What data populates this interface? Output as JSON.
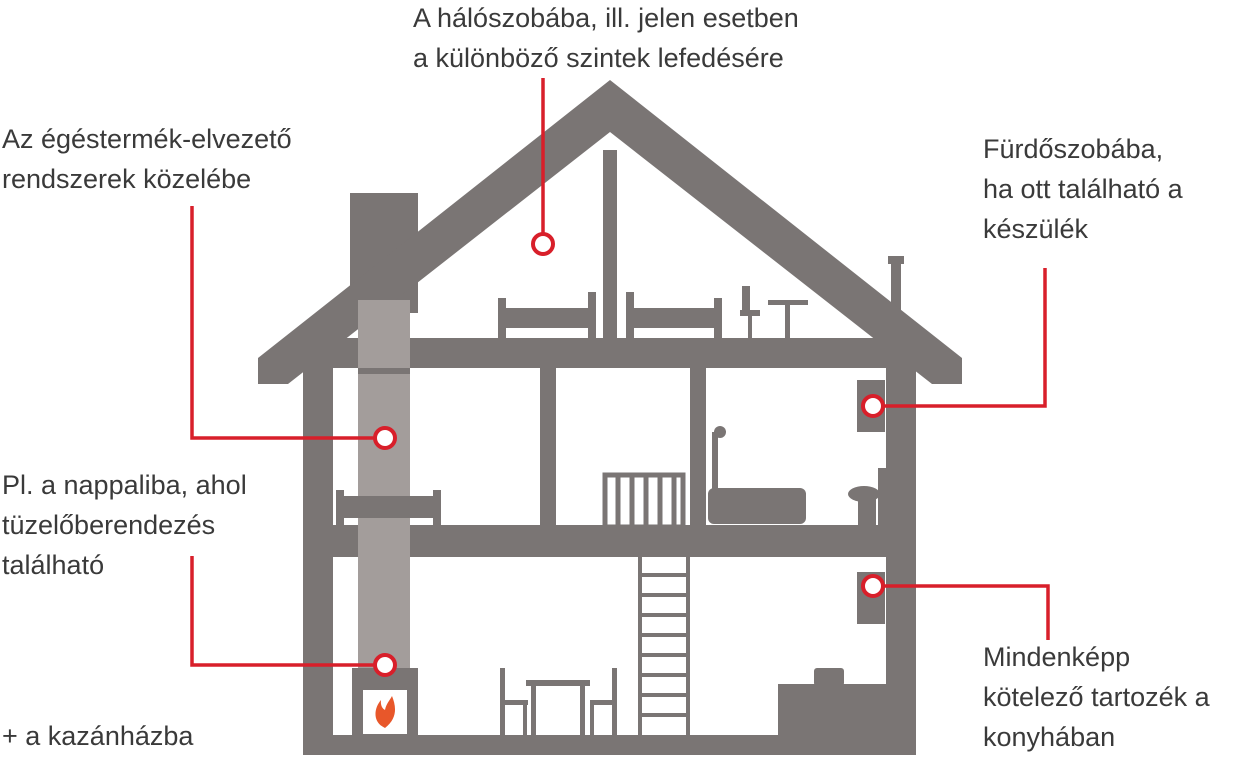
{
  "labels": {
    "bedroom": [
      "A hálószobába, ill. jelen esetben",
      "a különböző szintek lefedésére"
    ],
    "flue": [
      "Az égéstermék-elvezető",
      "rendszerek közelébe"
    ],
    "bathroom": [
      "Fürdőszobába,",
      "ha ott található a",
      "készülék"
    ],
    "living": [
      "Pl. a nappaliba, ahol",
      "tüzelőberendezés",
      "található"
    ],
    "boiler": "+ a kazánházba",
    "kitchen": [
      "Mindenképp",
      "kötelező tartozék a",
      "konyhában"
    ]
  },
  "colors": {
    "house": "#7a7574",
    "chimney_inner": "#a39d9b",
    "leader": "#d81f2a",
    "text": "#3a3a3a",
    "flame": "#e8572a"
  }
}
